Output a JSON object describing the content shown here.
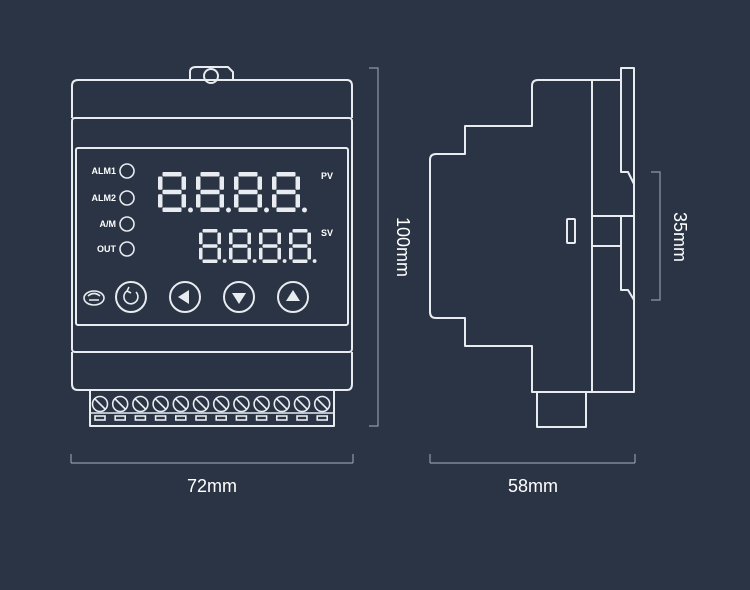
{
  "front": {
    "indicators": [
      "ALM1",
      "ALM2",
      "A/M",
      "OUT"
    ],
    "pv_label": "PV",
    "sv_label": "SV",
    "pv_display": "8.8.8.8.",
    "sv_display": "8.8.8.8.",
    "button_icons": [
      "refresh-icon",
      "left-arrow-icon",
      "down-arrow-icon",
      "up-arrow-icon"
    ],
    "terminal_count": 12
  },
  "dimensions": {
    "width": "72mm",
    "height": "100mm",
    "depth": "58mm",
    "rail": "35mm"
  },
  "colors": {
    "background": "#2b3444",
    "line": "#e8ecf1",
    "dimension_line": "#8f98a6"
  }
}
